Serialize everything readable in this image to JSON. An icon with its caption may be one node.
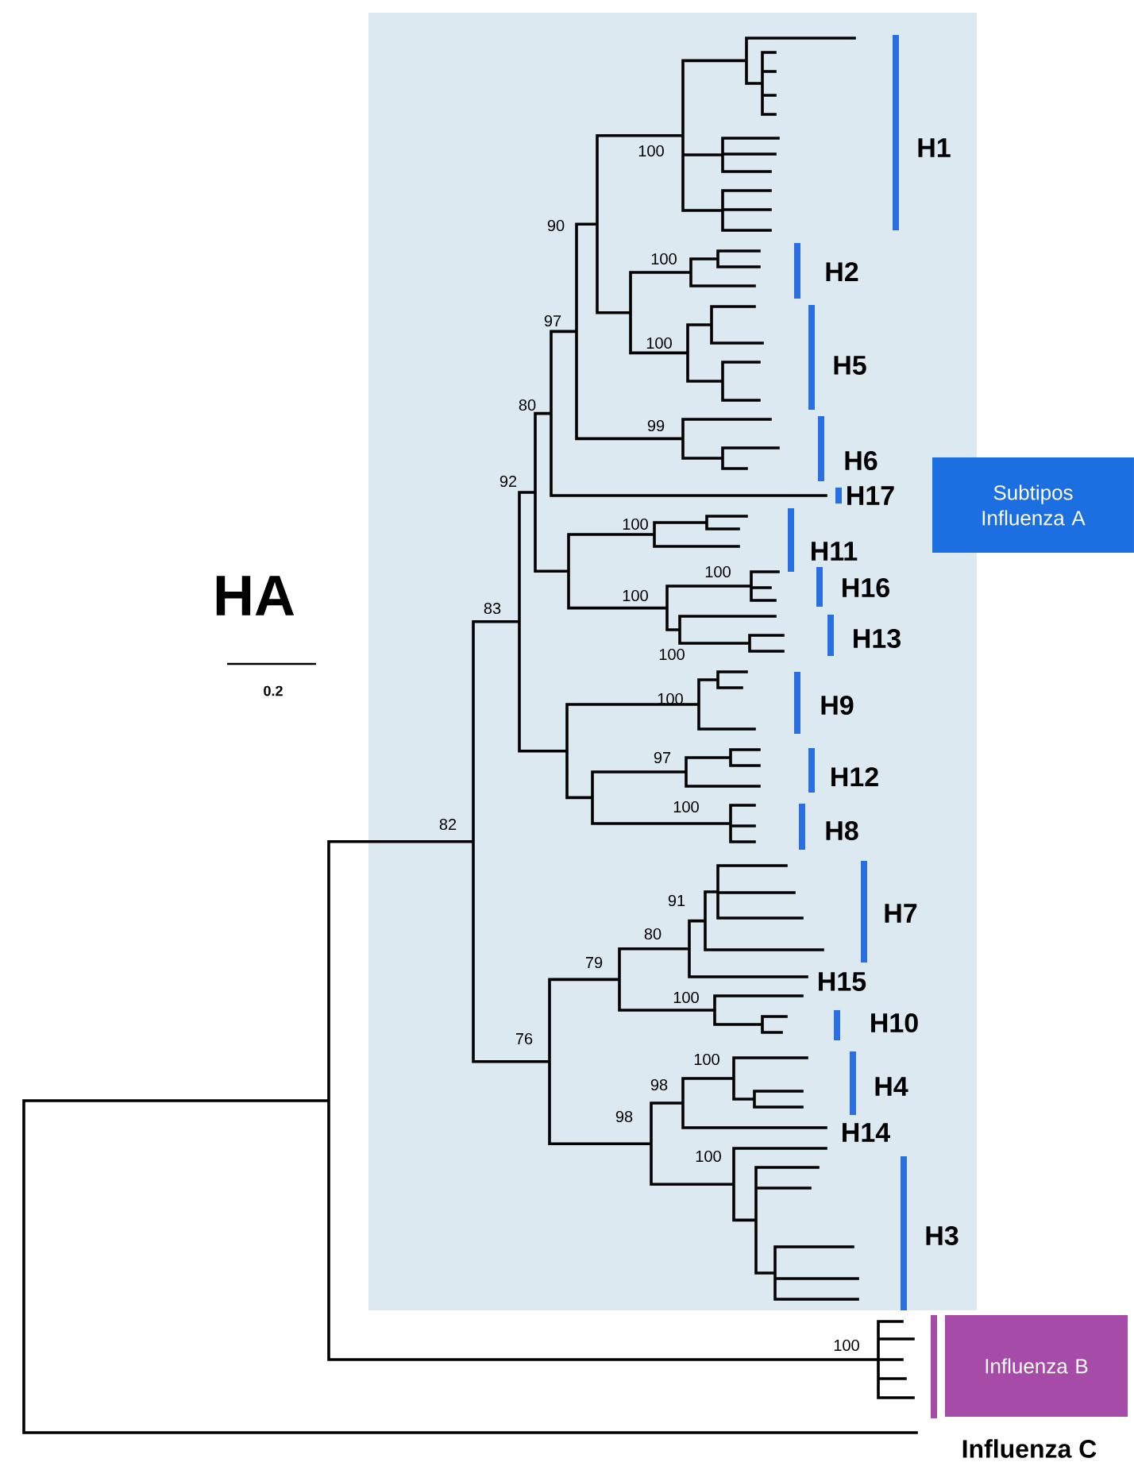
{
  "diagram": {
    "title": "HA",
    "nodes": [
      {
        "text": [
          "Subtipos Influenza A"
        ]
      },
      {
        "text": [
          "Influenza B"
        ]
      }
    ],
    "labels": [
      "0.2",
      "100",
      "H1",
      "90",
      "100",
      "H2",
      "97",
      "100",
      "H5",
      "99",
      "80",
      "H6",
      "92",
      "H17",
      "100",
      "H11",
      "100",
      "H16",
      "100",
      "83",
      "H13",
      "100",
      "100",
      "H9",
      "97",
      "H12",
      "100",
      "82",
      "H8",
      "91",
      "H7",
      "80",
      "79",
      "H15",
      "100",
      "H10",
      "76",
      "100",
      "98",
      "H4",
      "98",
      "H14",
      "100",
      "H3",
      "100",
      "Influenza C"
    ]
  }
}
